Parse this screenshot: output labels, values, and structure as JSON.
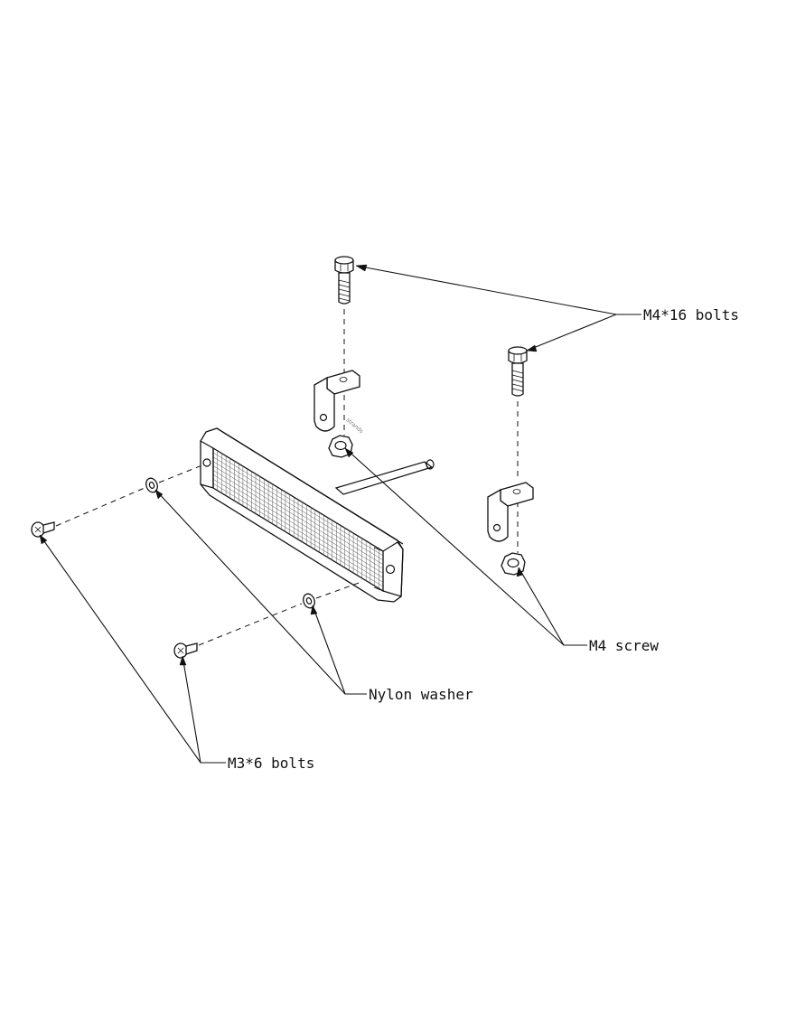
{
  "labels": {
    "m4_bolts": "M4*16 bolts",
    "m4_screw": "M4 screw",
    "nylon_washer": "Nylon washer",
    "m3_bolts": "M3*6 bolts"
  },
  "icons": {
    "m4_bolt": "socket-head-bolt-icon",
    "bracket": "l-bracket-icon",
    "nut": "hex-nut-icon",
    "washer": "washer-icon",
    "m3_bolt": "small-bolt-icon",
    "light_bar": "led-light-bar-icon"
  },
  "colors": {
    "line": "#111111",
    "background": "#ffffff"
  }
}
